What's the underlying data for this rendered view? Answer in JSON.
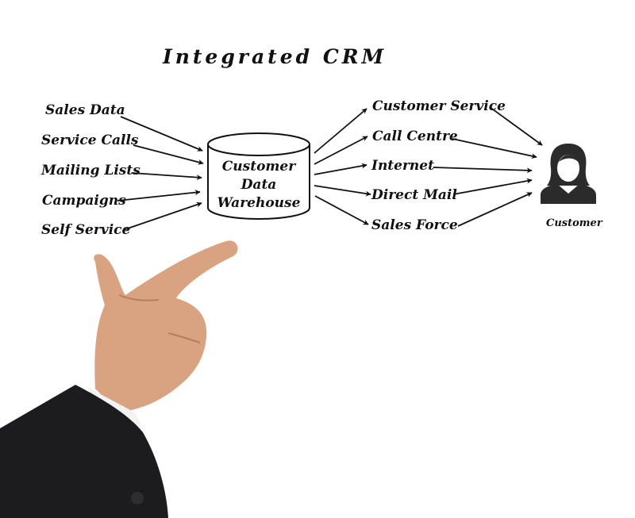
{
  "title": "Integrated CRM",
  "sources": [
    "Sales Data",
    "Service Calls",
    "Mailing Lists",
    "Campaigns",
    "Self Service"
  ],
  "warehouse": {
    "line1": "Customer",
    "line2": "Data",
    "line3": "Warehouse"
  },
  "channels": [
    "Customer Service",
    "Call Centre",
    "Internet",
    "Direct Mail",
    "Sales Force"
  ],
  "customer": {
    "label": "Customer",
    "icon": "person-icon"
  },
  "colors": {
    "ink": "#111111",
    "skin": "#d9a382",
    "suit": "#1c1c1e"
  }
}
